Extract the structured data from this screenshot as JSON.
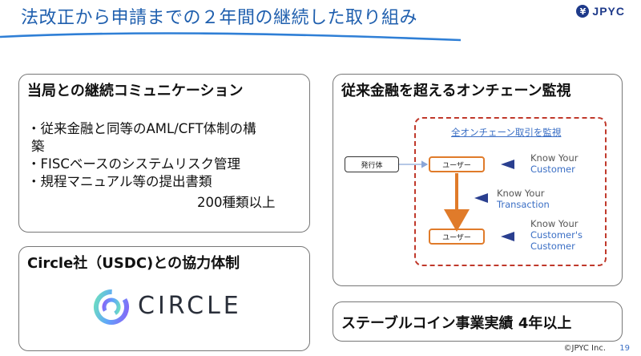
{
  "header": {
    "title": "法改正から申請までの２年間の継続した取り組み",
    "logo_mark": "¥",
    "logo_text": "JPYC"
  },
  "panel_communication": {
    "title": "当局との継続コミュニケーション",
    "bullets": [
      "・従来金融と同等のAML/CFT体制の構",
      "築",
      "・FISCベースのシステムリスク管理",
      "・規程マニュアル等の提出書類"
    ],
    "extra": "200種類以上"
  },
  "panel_circle": {
    "title": "Circle社（USDC)との協力体制",
    "logo_text": "CIRCLE"
  },
  "panel_monitoring": {
    "title": "従来金融を超えるオンチェーン監視",
    "dashed_label": "全オンチェーン取引を監視",
    "issuer": "発行体",
    "user_top": "ユーザー",
    "user_bottom": "ユーザー",
    "kyc": {
      "line1": "Know Your",
      "line2": "Customer"
    },
    "kyt": {
      "line1": "Know Your",
      "line2": "Transaction"
    },
    "kycc": {
      "line1": "Know Your",
      "line2": "Customer's",
      "line3": "Customer"
    }
  },
  "panel_track": {
    "title": "ステーブルコイン事業実績  4年以上"
  },
  "footer": {
    "copyright": "©JPYC Inc.",
    "page": "19"
  },
  "colors": {
    "title_blue": "#1f5fae",
    "accent_blue": "#3b6fc5",
    "dashed_red": "#c0392b",
    "arrow_orange": "#e07b2a",
    "triangle_navy": "#2a3f8f"
  }
}
